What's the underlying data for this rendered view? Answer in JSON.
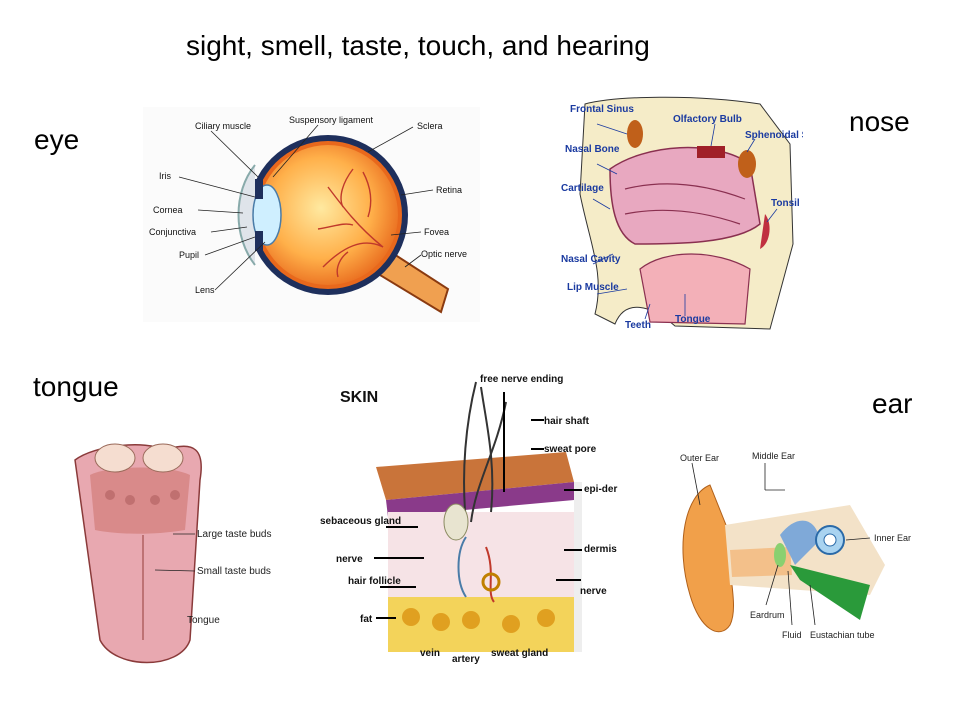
{
  "slide": {
    "title": "sight, smell, taste, touch, and hearing",
    "words": {
      "eye": "eye",
      "nose": "nose",
      "tongue": "tongue",
      "ear": "ear"
    }
  },
  "eye_diagram": {
    "labels": [
      "Ciliary muscle",
      "Suspensory ligament",
      "Sclera",
      "Iris",
      "Retina",
      "Cornea",
      "Conjunctiva",
      "Fovea",
      "Pupil",
      "Optic nerve",
      "Lens"
    ]
  },
  "nose_diagram": {
    "labels": [
      "Frontal Sinus",
      "Olfactory Bulb",
      "Sphenoidal Sinus",
      "Nasal Bone",
      "Cartilage",
      "Tonsil",
      "Nasal Cavity",
      "Lip Muscle",
      "Teeth",
      "Tongue"
    ]
  },
  "tongue_diagram": {
    "labels": [
      "Large taste buds",
      "Small taste buds",
      "Tongue"
    ]
  },
  "skin_diagram": {
    "title": "SKIN",
    "labels": [
      "free nerve ending",
      "hair shaft",
      "sweat pore",
      "epi-dermis",
      "sebaceous gland",
      "dermis",
      "nerve",
      "hair follicle",
      "nerve",
      "fat",
      "vein",
      "artery",
      "sweat gland"
    ]
  },
  "ear_diagram": {
    "labels": [
      "Outer Ear",
      "Middle Ear",
      "Inner Ear",
      "Eardrum",
      "Fluid",
      "Eustachian tube"
    ]
  }
}
